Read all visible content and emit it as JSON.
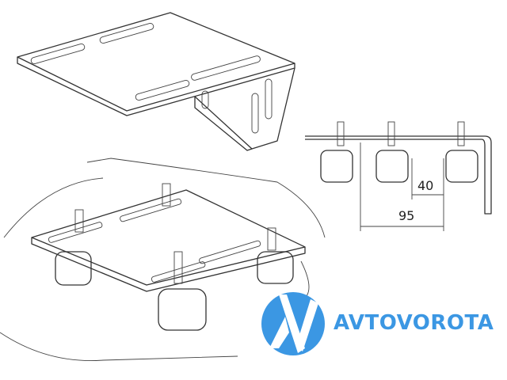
{
  "dimensions": {
    "inner_gap": "40",
    "outer_span": "95"
  },
  "logo": {
    "text": "AVTOVOROTA",
    "color": "#3b97e3"
  }
}
